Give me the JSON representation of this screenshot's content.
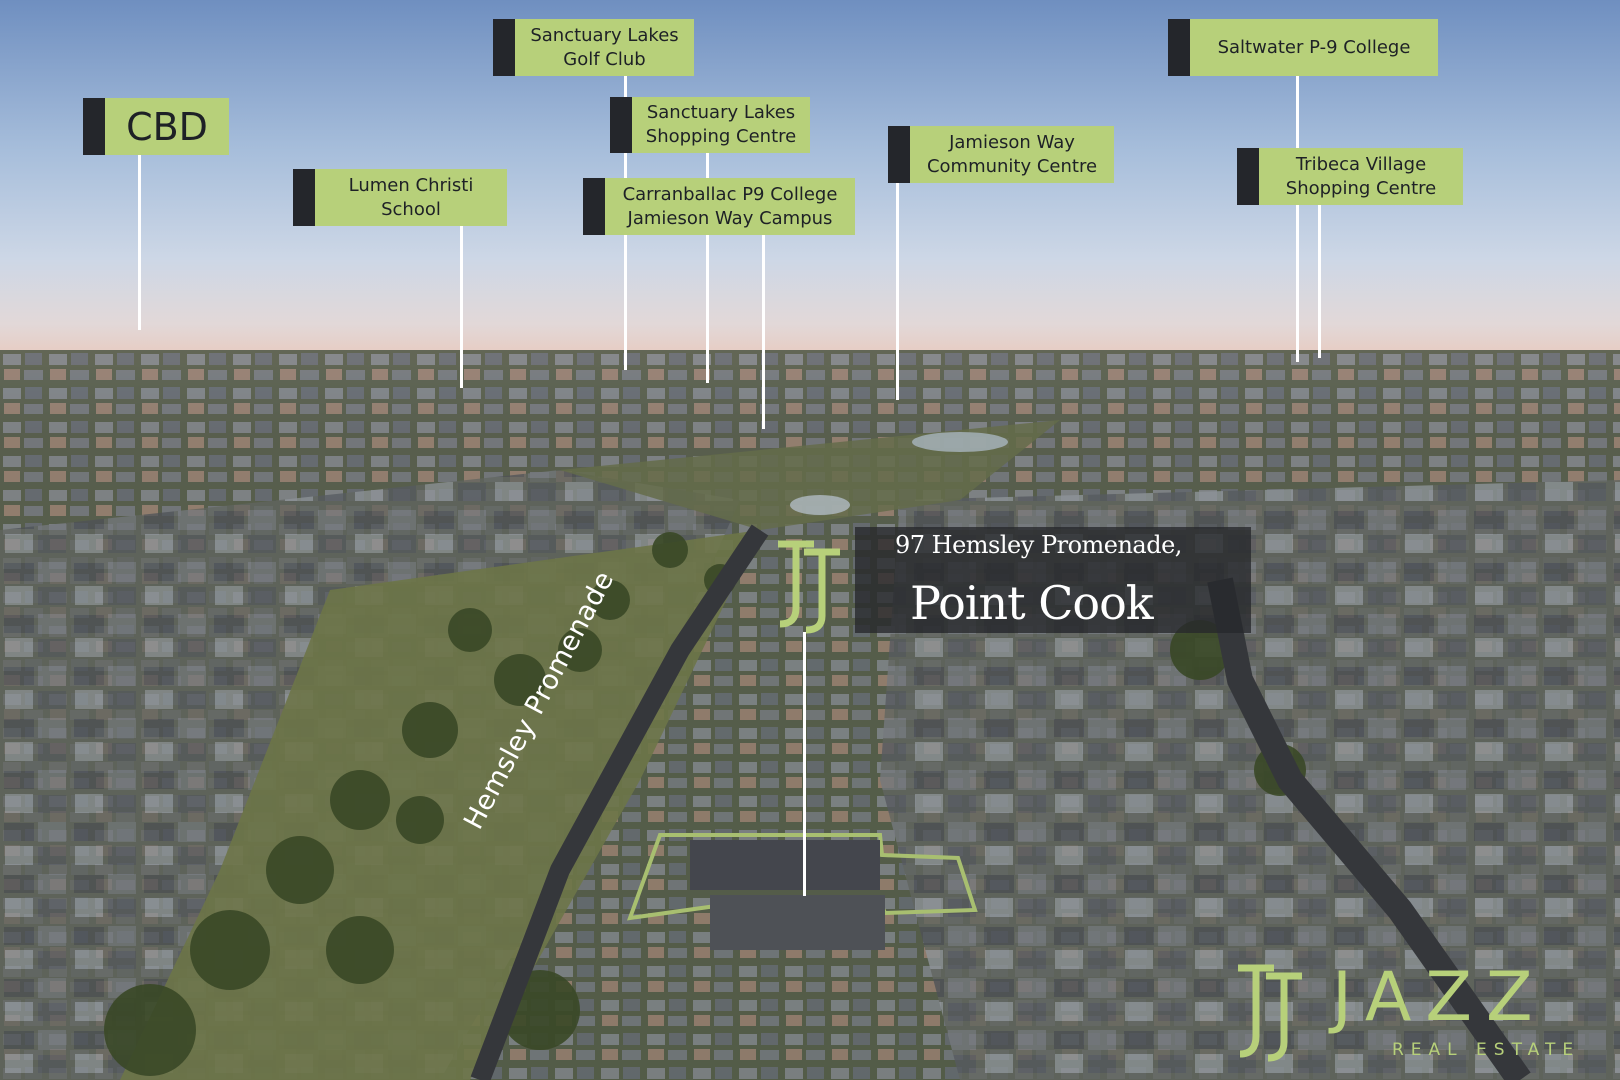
{
  "image": {
    "kind": "aerial real-estate photo with location callouts",
    "colors": {
      "label_fill": "#b7d07a",
      "label_accent": "#24262b",
      "leader": "#ffffff",
      "boundary": "#b7d07a",
      "brand": "#b7d07a"
    }
  },
  "callouts": {
    "cbd": "CBD",
    "lumen": "Lumen Christi\nSchool",
    "golf": "Sanctuary Lakes\nGolf Club",
    "shopping": "Sanctuary Lakes\nShopping Centre",
    "college": "Carranballac P9 College\nJamieson Way Campus",
    "community": "Jamieson Way\nCommunity Centre",
    "saltwater": "Saltwater P-9 College",
    "tribeca": "Tribeca Village\nShopping Centre"
  },
  "property": {
    "street": "97 Hemsley Promenade,",
    "suburb": "Point Cook",
    "marker_icon": "jj-monogram-icon"
  },
  "road_label": "Hemsley Promenade",
  "brand": {
    "icon": "jj-monogram-icon",
    "name": "JAZZ",
    "tagline": "REAL ESTATE"
  }
}
